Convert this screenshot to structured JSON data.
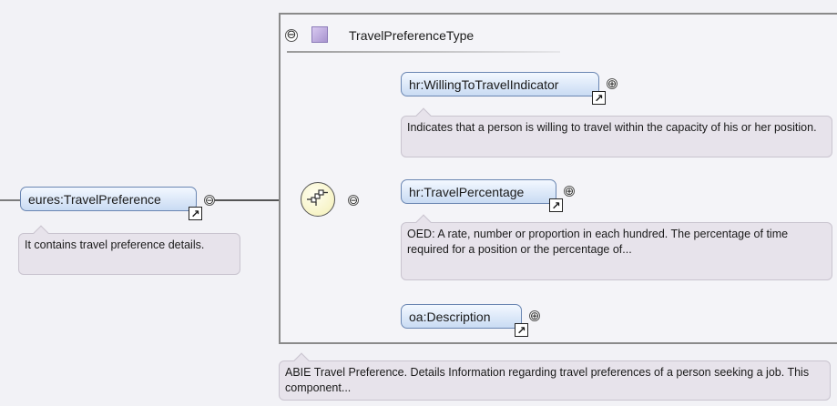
{
  "type_box": {
    "title": "TravelPreferenceType",
    "annotation": "ABIE Travel Preference. Details Information regarding travel preferences of a person seeking a job. This component..."
  },
  "root": {
    "label": "eures:TravelPreference",
    "annotation": "It contains travel preference details."
  },
  "children": [
    {
      "label": "hr:WillingToTravelIndicator",
      "annotation": "Indicates that a person is willing to travel within the capacity of his or her position."
    },
    {
      "label": "hr:TravelPercentage",
      "annotation": "OED: A rate, number or proportion in each hundred. The percentage of time required for a position or the percentage of..."
    },
    {
      "label": "oa:Description",
      "annotation": ""
    }
  ],
  "symbols": {
    "collapse": "⊖",
    "expand": "⊕",
    "link": "↗"
  },
  "colors": {
    "element_fill": "#c9dbf3",
    "element_border": "#6a86b2",
    "annotation_fill": "#e7e3eb",
    "type_swatch": "#b9a6dd",
    "sequence_fill": "#f3efb5"
  }
}
